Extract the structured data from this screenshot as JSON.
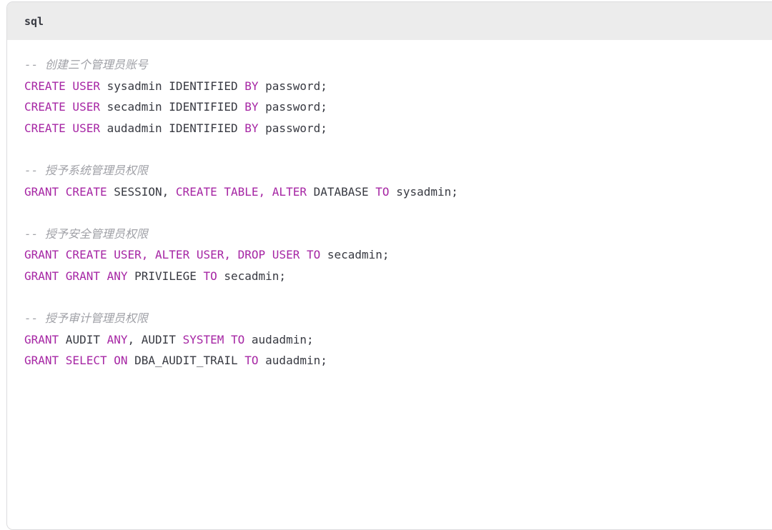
{
  "code_block": {
    "language_label": "sql",
    "colors": {
      "keyword": "#a626a4",
      "plain_text": "#383a42",
      "comment": "#a0a1a7",
      "header_background": "#ececec",
      "body_background": "#ffffff",
      "border": "#dcdcde"
    },
    "lines": [
      {
        "tokens": [
          {
            "c": "comment",
            "t": "-- 创建三个管理员账号"
          }
        ]
      },
      {
        "tokens": [
          {
            "c": "keyword",
            "t": "CREATE USER"
          },
          {
            "c": "plain",
            "t": " sysadmin IDENTIFIED "
          },
          {
            "c": "keyword",
            "t": "BY"
          },
          {
            "c": "plain",
            "t": " password;"
          }
        ]
      },
      {
        "tokens": [
          {
            "c": "keyword",
            "t": "CREATE USER"
          },
          {
            "c": "plain",
            "t": " secadmin IDENTIFIED "
          },
          {
            "c": "keyword",
            "t": "BY"
          },
          {
            "c": "plain",
            "t": " password;"
          }
        ]
      },
      {
        "tokens": [
          {
            "c": "keyword",
            "t": "CREATE USER"
          },
          {
            "c": "plain",
            "t": " audadmin IDENTIFIED "
          },
          {
            "c": "keyword",
            "t": "BY"
          },
          {
            "c": "plain",
            "t": " password;"
          }
        ]
      },
      {
        "tokens": []
      },
      {
        "tokens": [
          {
            "c": "comment",
            "t": "-- 授予系统管理员权限"
          }
        ]
      },
      {
        "tokens": [
          {
            "c": "keyword",
            "t": "GRANT CREATE"
          },
          {
            "c": "plain",
            "t": " SESSION, "
          },
          {
            "c": "keyword",
            "t": "CREATE TABLE,"
          },
          {
            "c": "plain",
            "t": " "
          },
          {
            "c": "keyword",
            "t": "ALTER"
          },
          {
            "c": "plain",
            "t": " DATABASE "
          },
          {
            "c": "keyword",
            "t": "TO"
          },
          {
            "c": "plain",
            "t": " sysadmin;"
          }
        ]
      },
      {
        "tokens": []
      },
      {
        "tokens": [
          {
            "c": "comment",
            "t": "-- 授予安全管理员权限"
          }
        ]
      },
      {
        "tokens": [
          {
            "c": "keyword",
            "t": "GRANT CREATE USER,"
          },
          {
            "c": "plain",
            "t": " "
          },
          {
            "c": "keyword",
            "t": "ALTER USER,"
          },
          {
            "c": "plain",
            "t": " "
          },
          {
            "c": "keyword",
            "t": "DROP USER TO"
          },
          {
            "c": "plain",
            "t": " secadmin;"
          }
        ]
      },
      {
        "tokens": [
          {
            "c": "keyword",
            "t": "GRANT GRANT ANY"
          },
          {
            "c": "plain",
            "t": " PRIVILEGE "
          },
          {
            "c": "keyword",
            "t": "TO"
          },
          {
            "c": "plain",
            "t": " secadmin;"
          }
        ]
      },
      {
        "tokens": []
      },
      {
        "tokens": [
          {
            "c": "comment",
            "t": "-- 授予审计管理员权限"
          }
        ]
      },
      {
        "tokens": [
          {
            "c": "keyword",
            "t": "GRANT"
          },
          {
            "c": "plain",
            "t": " AUDIT "
          },
          {
            "c": "keyword",
            "t": "ANY"
          },
          {
            "c": "plain",
            "t": ", AUDIT "
          },
          {
            "c": "keyword",
            "t": "SYSTEM TO"
          },
          {
            "c": "plain",
            "t": " audadmin;"
          }
        ]
      },
      {
        "tokens": [
          {
            "c": "keyword",
            "t": "GRANT SELECT ON"
          },
          {
            "c": "plain",
            "t": " DBA_AUDIT_TRAIL "
          },
          {
            "c": "keyword",
            "t": "TO"
          },
          {
            "c": "plain",
            "t": " audadmin;"
          }
        ]
      }
    ]
  }
}
